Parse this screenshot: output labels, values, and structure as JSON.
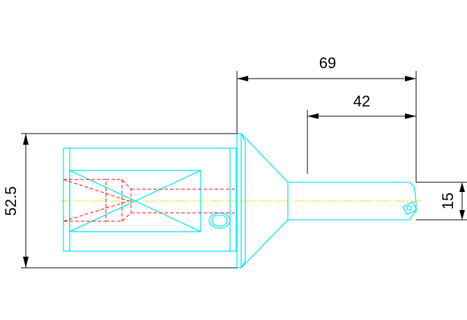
{
  "dimensions": {
    "overall_length": "69",
    "shank_length": "42",
    "flange_diameter": "52.5",
    "shank_diameter": "15"
  },
  "colors": {
    "outline": "#00e5ff",
    "hidden_line": "#ff0000",
    "center_line": "#e8e800",
    "dimension": "#000000"
  }
}
